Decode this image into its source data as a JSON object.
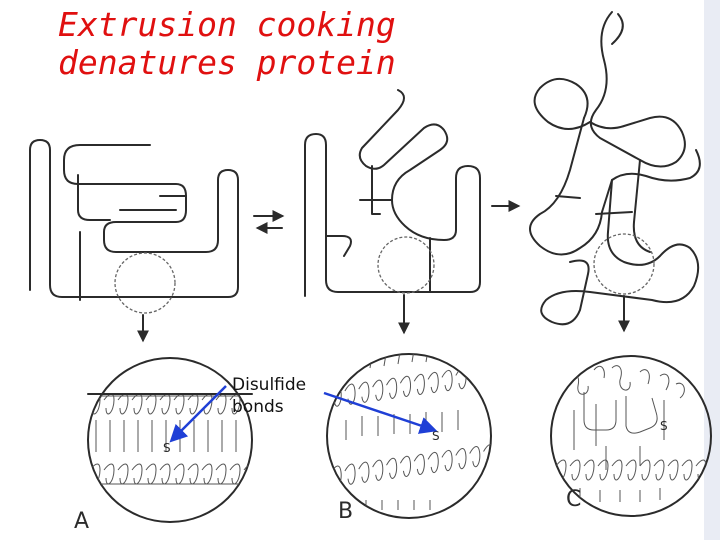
{
  "title": {
    "line1": "Extrusion cooking",
    "line2": "denatures protein"
  },
  "callout": {
    "line1": "Disulfide",
    "line2": "bonds",
    "arrow_color": "#1f3fd6"
  },
  "panels": {
    "a": "A",
    "b": "B",
    "c": "C",
    "bond_mark": "S"
  },
  "colors": {
    "title": "#e01010",
    "ink": "#2b2b2b",
    "paper_band": "#e9ecf4"
  }
}
